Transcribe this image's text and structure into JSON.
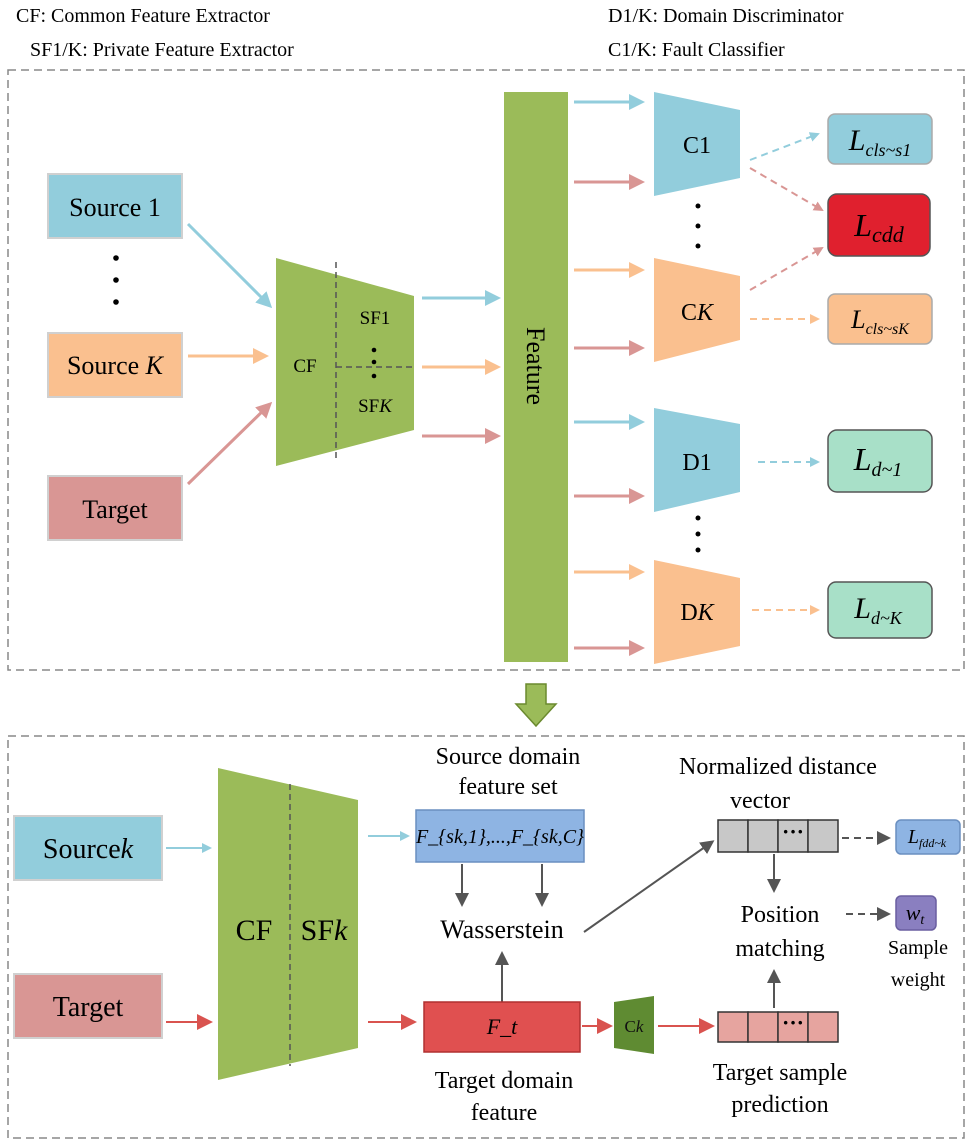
{
  "legend": {
    "cf": "CF: Common Feature Extractor",
    "sf": "SF1/K: Private Feature Extractor",
    "d": "D1/K: Domain Discriminator",
    "c": "C1/K: Fault Classifier"
  },
  "top": {
    "source1": "Source 1",
    "sourceK_main": "Source",
    "sourceK_var": "K",
    "target": "Target",
    "cf": "CF",
    "sf1": "SF1",
    "sfK_main": "SF",
    "sfK_var": "K",
    "feature": "Feature",
    "c1": "C1",
    "cK_main": "C",
    "cK_var": "K",
    "d1": "D1",
    "dK_main": "D",
    "dK_var": "K",
    "loss_cls_s1": {
      "base": "L",
      "sub": "cls~s1"
    },
    "loss_cdd": {
      "base": "L",
      "sub": "cdd"
    },
    "loss_cls_sK": {
      "base": "L",
      "sub": "cls~sK"
    },
    "loss_d1": {
      "base": "L",
      "sub": "d~1"
    },
    "loss_dK": {
      "base": "L",
      "sub": "d~K"
    }
  },
  "bottom": {
    "sourcek_main": "Source",
    "sourcek_var": "k",
    "target": "Target",
    "cf": "CF",
    "sfk_main": "SF",
    "sfk_var": "k",
    "source_feature_set_line1": "Source domain",
    "source_feature_set_line2": "feature set",
    "feature_set_formula": "F_{sk,1},...,F_{sk,C}",
    "wasserstein": "Wasserstein",
    "ft": "F_t",
    "target_feature_line1": "Target domain",
    "target_feature_line2": "feature",
    "ck_main": "C",
    "ck_var": "k",
    "norm_dist_line1": "Normalized distance",
    "norm_dist_line2": "vector",
    "dots": "···",
    "position_line1": "Position",
    "position_line2": "matching",
    "target_pred_line1": "Target sample",
    "target_pred_line2": "prediction",
    "loss_fdd": {
      "base": "L",
      "sub": "fdd~k"
    },
    "wt": {
      "base": "w",
      "sub": "t"
    },
    "sample_weight_line1": "Sample",
    "sample_weight_line2": "weight"
  },
  "colors": {
    "blue": "#92cddc",
    "orange": "#fac08f",
    "red_pink": "#d99694",
    "green": "#9bbb59",
    "loss_green": "#a8e0c8",
    "cdd_red": "#e0202e",
    "feat_blue": "#8eb4e3",
    "ft_red": "#e05050",
    "ck_dark_green": "#5f8b32",
    "wt_purple": "#8a7fc0",
    "gray_cell": "#c8c8c8",
    "pred_cell": "#e6a49f"
  }
}
